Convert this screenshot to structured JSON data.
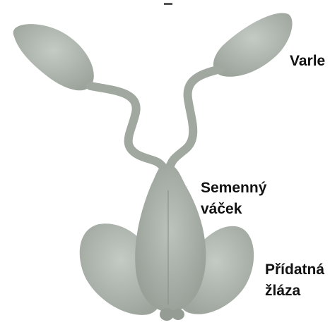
{
  "labels": {
    "testis": "Varle",
    "seminal_vesicle": [
      "Semenný",
      "váček"
    ],
    "accessory_gland": [
      "Přídatná",
      "žláza"
    ]
  },
  "colors": {
    "organ_fill": "#a7afa7",
    "organ_highlight": "#c6ccc6",
    "duct": "#9ea69e",
    "text": "#111111"
  }
}
